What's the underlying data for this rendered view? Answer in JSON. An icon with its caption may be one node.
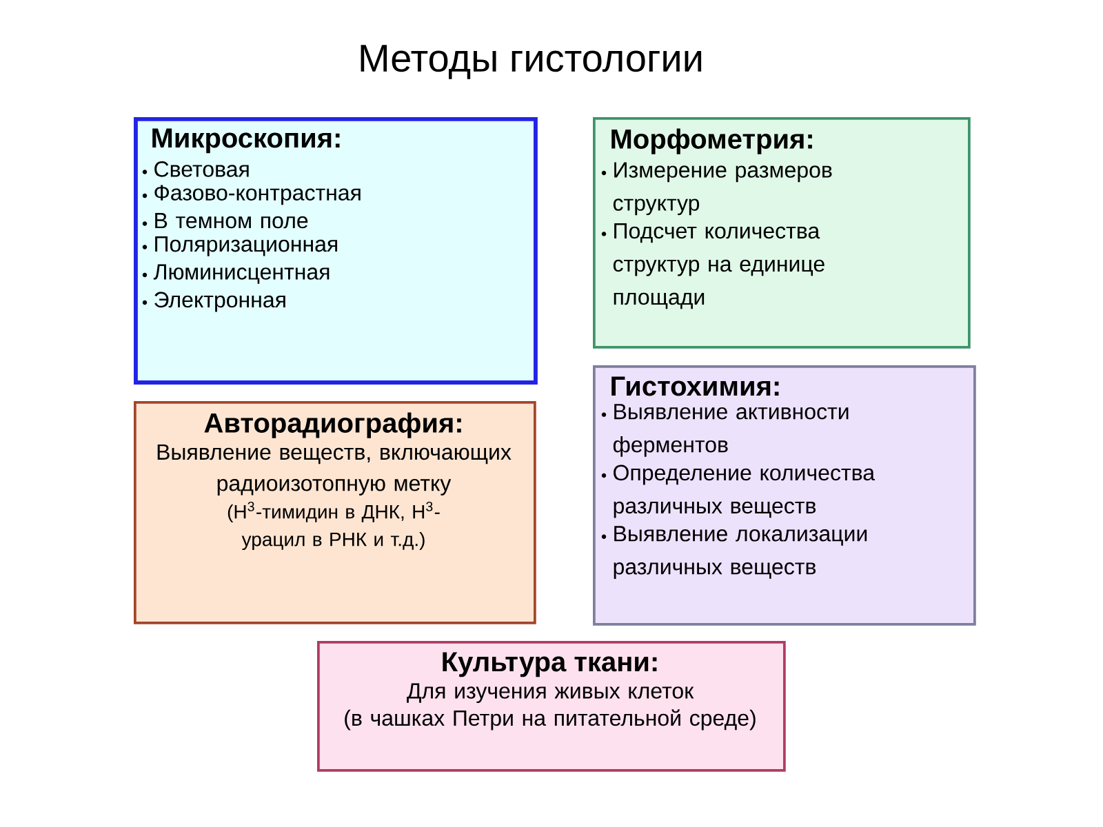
{
  "diagram": {
    "title": "Методы гистологии",
    "nodes": [
      {
        "text": [
          "Микроскопия:",
          "Световая",
          "Фазово-контрастная",
          "В темном поле",
          "Поляризационная",
          "Люминисцентная",
          "Электронная"
        ]
      },
      {
        "text": [
          "Морфометрия:",
          "Измерение размеров структур",
          "Подсчет количества структур на единице площади"
        ]
      },
      {
        "text": [
          "Авторадиография:",
          "Выявление веществ, включающих радиоизотопную метку",
          "(H$^{3}$-тимидин в ДНК, H$^{3}$-урацил в РНК и т.д.)"
        ]
      },
      {
        "text": [
          "Гистохимия:",
          "Выявление активности ферментов",
          "Определение количества различных веществ",
          "Выявление локализации различных веществ"
        ]
      },
      {
        "text": [
          "Культура ткани:",
          "Для изучения живых клеток",
          "(в чашках Петри на питательной среде)"
        ]
      }
    ]
  }
}
